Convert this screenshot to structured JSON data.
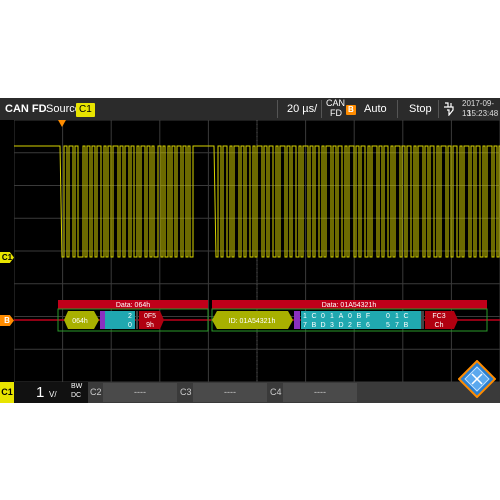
{
  "topbar": {
    "protocol": "CAN FD",
    "source_label": "Source",
    "source_channel": "C1",
    "timebase": "20 µs/",
    "trigger_type": "CAN\nFD",
    "trigger_type_line1": "CAN",
    "trigger_type_line2": "FD",
    "trigger_source": "B",
    "trigger_mode": "Auto",
    "run_state": "Stop",
    "date": "2017-09-13",
    "time": "15:23:48"
  },
  "markers": {
    "ch1": "C1",
    "bus": "B"
  },
  "frames": [
    {
      "header": "Data: 064h",
      "id": "064h",
      "data_top": "2",
      "data_bottom": "0",
      "crc_top": "0F5",
      "crc_bottom": "9h"
    },
    {
      "header": "Data: 01A54321h",
      "id": "ID: 01A54321h",
      "bytes_top": [
        "1",
        "C",
        "0",
        "1",
        "A",
        "0",
        "B",
        "F",
        "0",
        "1",
        "C"
      ],
      "bytes_bottom": [
        "7",
        "B",
        "D",
        "3",
        "D",
        "2",
        "E",
        "6",
        "5",
        "7",
        "B"
      ],
      "crc_top": "FC3",
      "crc_bottom": "Ch"
    }
  ],
  "bottombar": {
    "ch1_label": "C1",
    "ch1_scale": "1",
    "ch1_unit": "V/",
    "ch1_bw": "BW",
    "ch1_coupling": "DC",
    "ch2_label": "C2",
    "ch2_value": "----",
    "ch3_label": "C3",
    "ch3_value": "----",
    "ch4_label": "C4",
    "ch4_value": "----"
  },
  "colors": {
    "trace": "#d8d400",
    "frame_header": "#c0001a",
    "frame_id": "#a8b000",
    "frame_data": "#20a8b0",
    "frame_crc": "#b00010",
    "bus_line": "#c0001a",
    "grid": "#3a3a3a"
  }
}
